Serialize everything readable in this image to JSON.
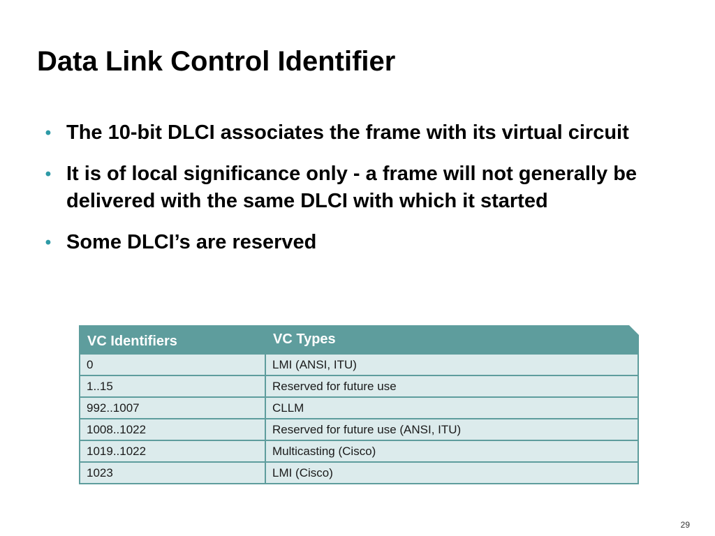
{
  "slide": {
    "title": "Data Link Control Identifier",
    "page_number": "29"
  },
  "bullets": [
    {
      "text": "The 10-bit DLCI associates the frame with its virtual circuit"
    },
    {
      "text": "It is of local significance only - a frame will not generally be delivered with the same DLCI with which it started"
    },
    {
      "text": "Some DLCI’s are reserved"
    }
  ],
  "table": {
    "headers": {
      "identifiers": "VC Identifiers",
      "types": "VC Types"
    },
    "rows": [
      {
        "id": "0",
        "type": "LMI (ANSI, ITU)"
      },
      {
        "id": "1..15",
        "type": "Reserved for future use"
      },
      {
        "id": "992..1007",
        "type": "CLLM"
      },
      {
        "id": "1008..1022",
        "type": "Reserved for future use (ANSI, ITU)"
      },
      {
        "id": "1019..1022",
        "type": "Multicasting (Cisco)"
      },
      {
        "id": "1023",
        "type": "LMI (Cisco)"
      }
    ]
  },
  "colors": {
    "bullet": "#2e9aa6",
    "table_header": "#5e9d9d",
    "table_cell": "#dcebec"
  }
}
